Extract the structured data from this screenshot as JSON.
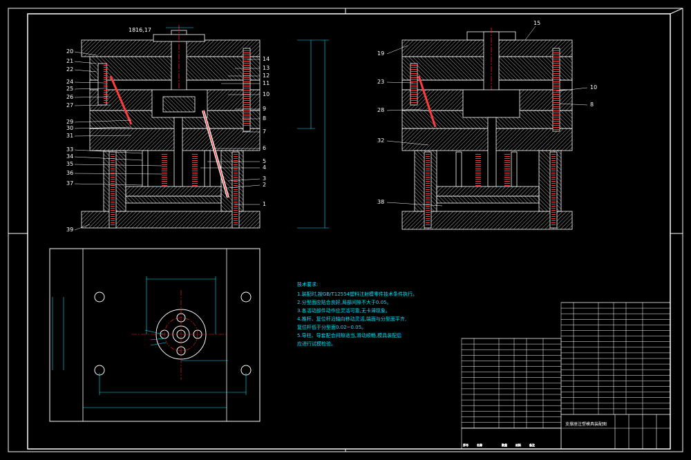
{
  "left_view_labels_left": [
    "20",
    "21",
    "22",
    "24",
    "25",
    "26",
    "27",
    "29",
    "30",
    "31",
    "33",
    "34",
    "35",
    "36",
    "37",
    "39"
  ],
  "left_view_labels_top": [
    "18",
    "16,17"
  ],
  "left_view_labels_right": [
    "14",
    "13",
    "12",
    "11",
    "10",
    "9",
    "8",
    "7",
    "6",
    "5",
    "4",
    "3",
    "2",
    "1"
  ],
  "right_view_labels": {
    "top": "15",
    "left": [
      "19",
      "23",
      "28",
      "32",
      "38"
    ],
    "right": [
      "10",
      "8"
    ]
  },
  "tech_notes": {
    "heading": "技术要求:",
    "lines": [
      "1.装配时,按GB/T12554塑料注射模零件技术条件执行。",
      "2.分型面应贴合良好,局部间隙不大于0.05。",
      "3.各活动部件动作应灵活可靠,无卡滞现象。",
      "4.推杆、复位杆沿轴向移动灵活,端面与分型面平齐,",
      "  复位杆低于分型面0.02~0.05。",
      "5.导柱、导套配合间隙适当,滑动顺畅,模具装配后",
      "  应进行试模检验。"
    ]
  },
  "title_block": {
    "title": "支撑座注塑模具装配图",
    "header": [
      "序号",
      "名称",
      "数量",
      "材料",
      "备注"
    ]
  },
  "colors": {
    "outline": "#ffffff",
    "dimension": "#00e5ff",
    "hatch": "#c0c0c0",
    "spring": "#ff3b3b",
    "centerline": "#ff2020",
    "label": "#ffffff"
  }
}
